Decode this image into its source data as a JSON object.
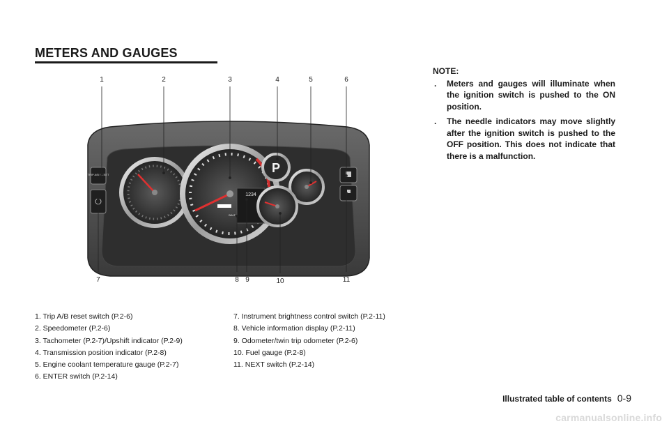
{
  "section_title": "METERS AND GAUGES",
  "callouts": [
    "1",
    "2",
    "3",
    "4",
    "5",
    "6",
    "7",
    "8",
    "9",
    "10",
    "11"
  ],
  "cluster_text": {
    "trip_reset": "TRIP A/B RESET",
    "shift": "P",
    "odometer": "1234",
    "display_label": "BALT"
  },
  "items_left": [
    "1.  Trip A/B reset switch (P.2-6)",
    "2.  Speedometer (P.2-6)",
    "3.  Tachometer (P.2-7)/Upshift indicator (P.2-9)",
    "4.  Transmission position indicator (P.2-8)",
    "5.  Engine coolant temperature gauge (P.2-7)",
    "6.  ENTER switch (P.2-14)"
  ],
  "items_right": [
    "7.  Instrument brightness control switch (P.2-11)",
    "8.  Vehicle information display (P.2-11)",
    "9.  Odometer/twin trip odometer (P.2-6)",
    "10. Fuel gauge (P.2-8)",
    "11. NEXT switch (P.2-14)"
  ],
  "note": {
    "heading": "NOTE:",
    "bullet": ".",
    "items": [
      "Meters and gauges will illuminate when the ignition switch is pushed to the ON position.",
      "The needle indicators may move slightly after the ignition switch is pushed to the OFF position. This does not indicate that there is a malfunction."
    ]
  },
  "footer": {
    "text": "Illustrated table of contents",
    "page": "0-9"
  },
  "watermark": "carmanualsonline.info"
}
